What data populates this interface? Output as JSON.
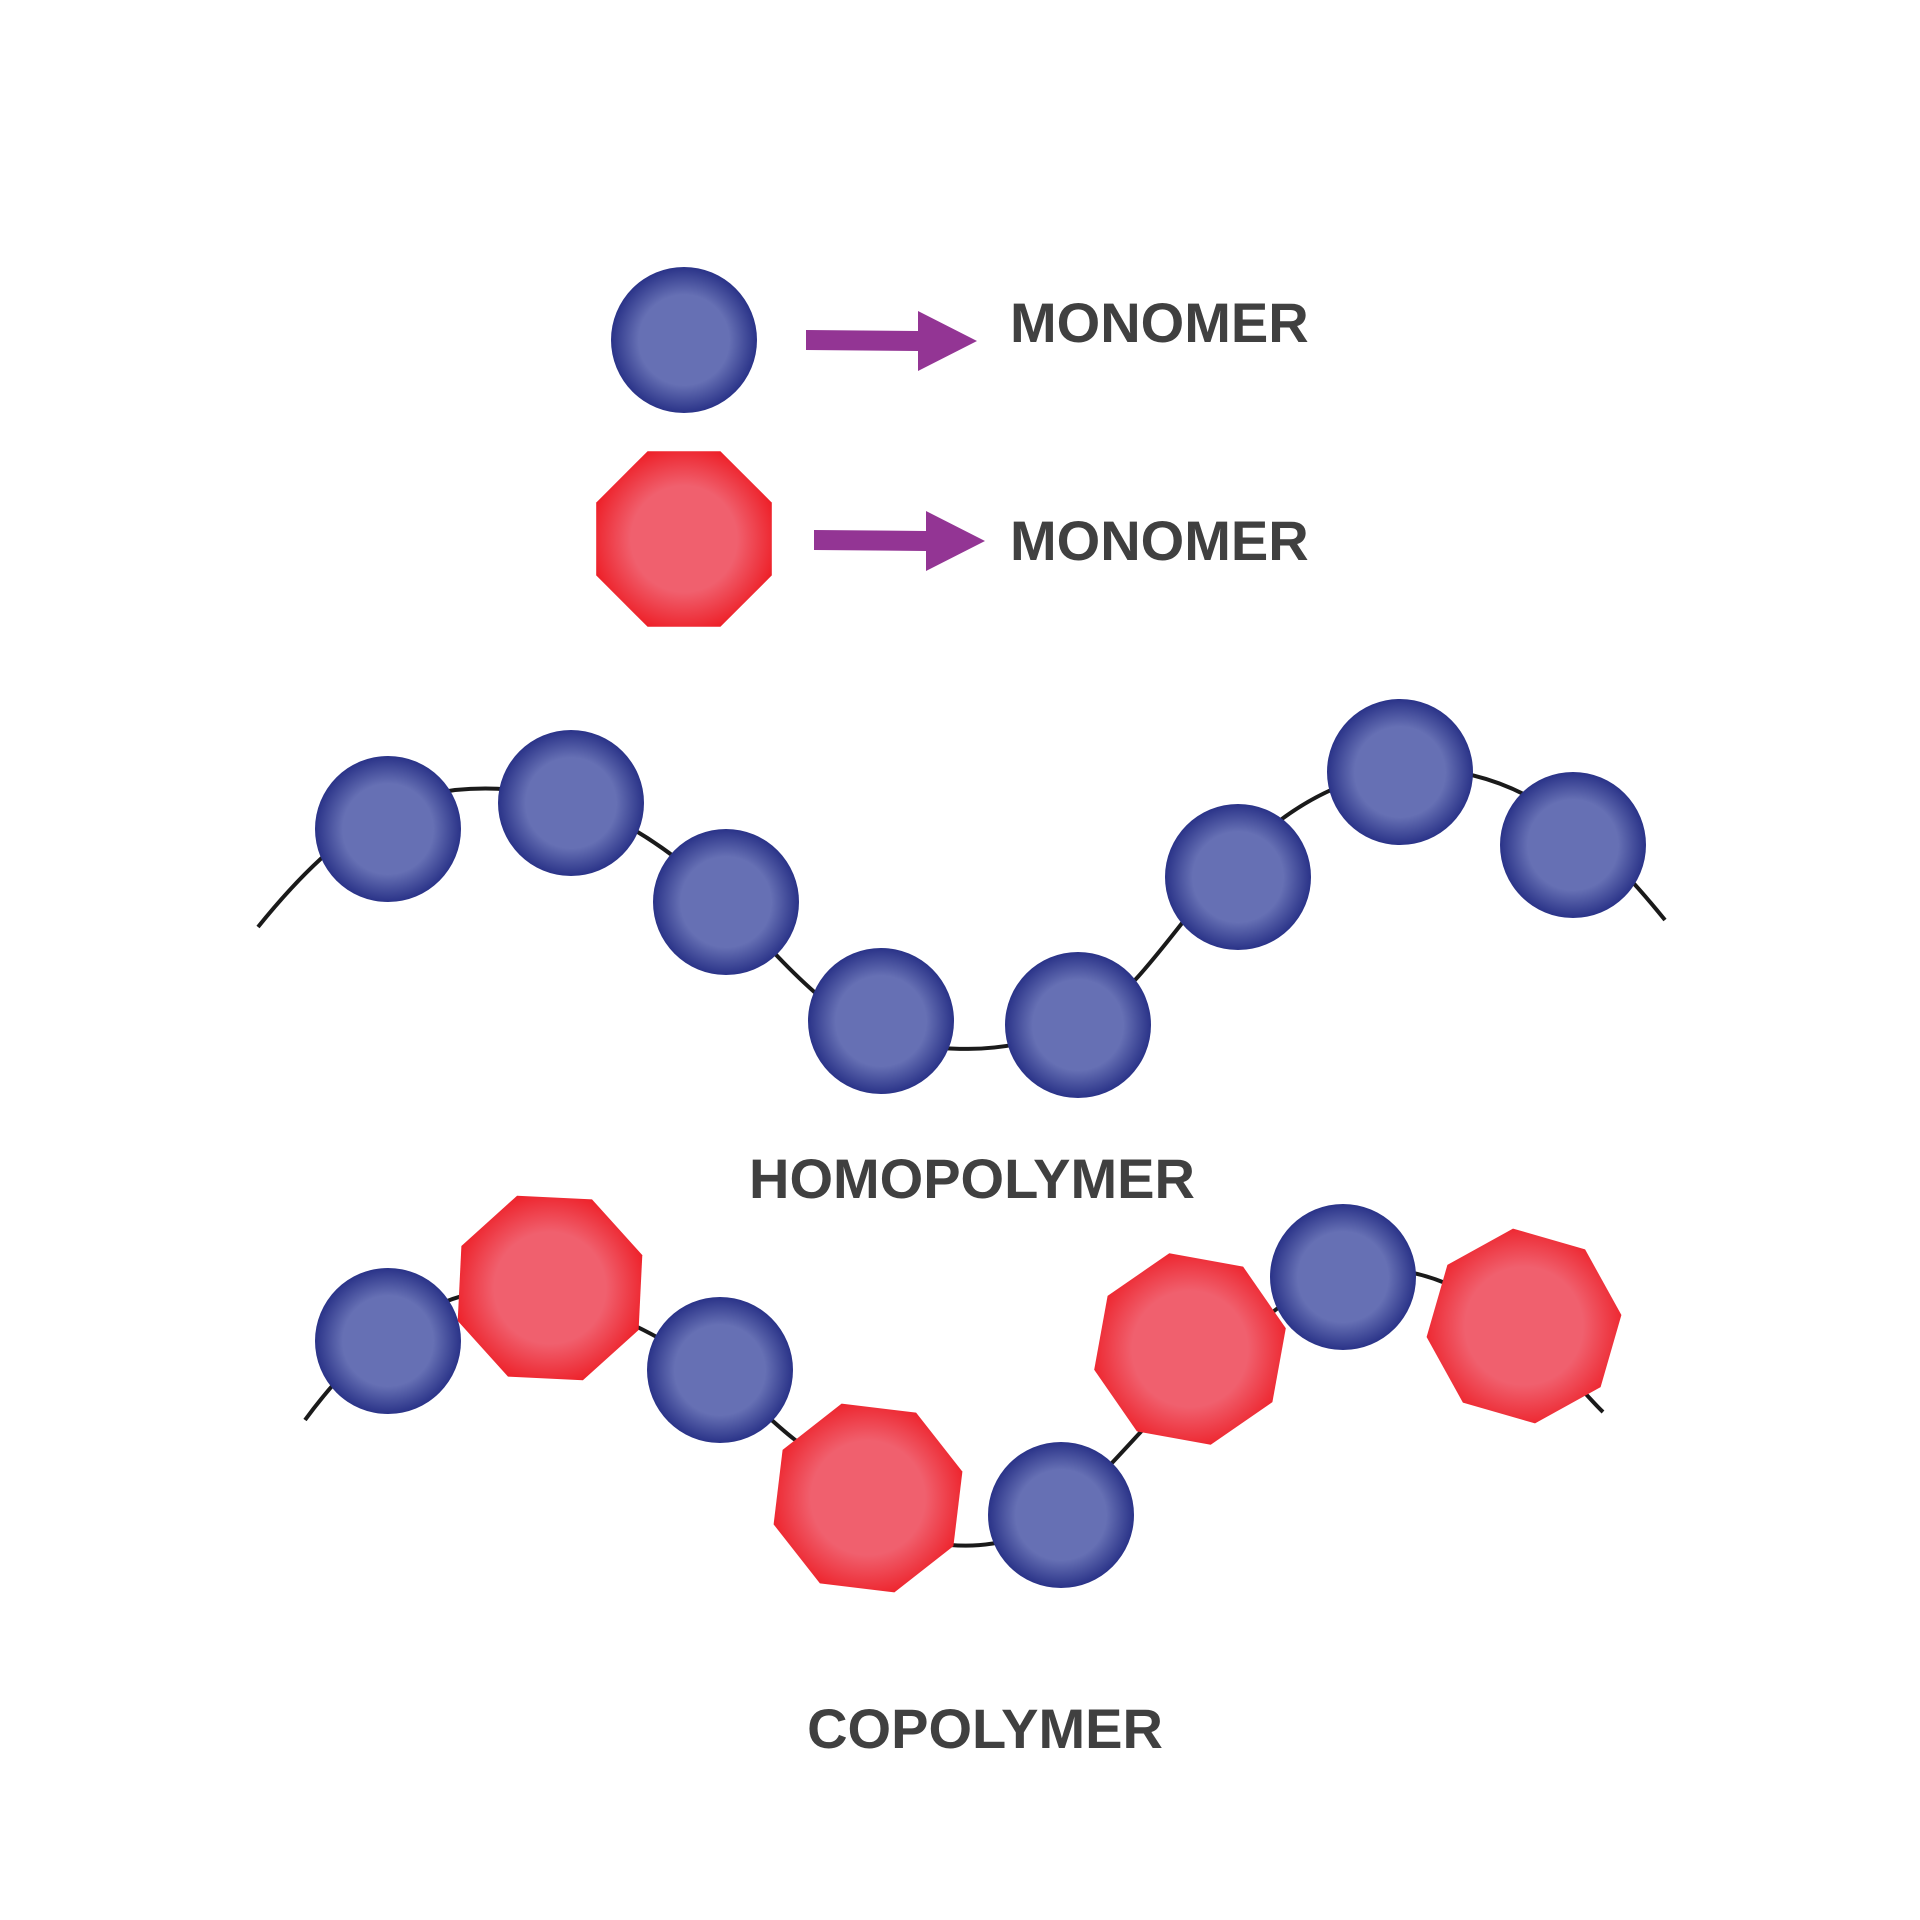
{
  "legend": [
    {
      "shape": "circle",
      "label": "MONOMER"
    },
    {
      "shape": "octagon",
      "label": "MONOMER"
    }
  ],
  "homopolymer": {
    "label": "HOMOPOLYMER",
    "units": [
      "circle",
      "circle",
      "circle",
      "circle",
      "circle",
      "circle",
      "circle",
      "circle"
    ]
  },
  "copolymer": {
    "label": "COPOLYMER",
    "units": [
      "circle",
      "octagon",
      "circle",
      "octagon",
      "circle",
      "octagon",
      "circle",
      "octagon"
    ]
  },
  "colors": {
    "circle_center": "#6670b4",
    "circle_edge": "#2a3388",
    "octagon_center": "#f0606e",
    "octagon_edge": "#ed1c24",
    "arrow": "#933594",
    "label": "#404040",
    "chain_line": "#1a1a1a"
  }
}
